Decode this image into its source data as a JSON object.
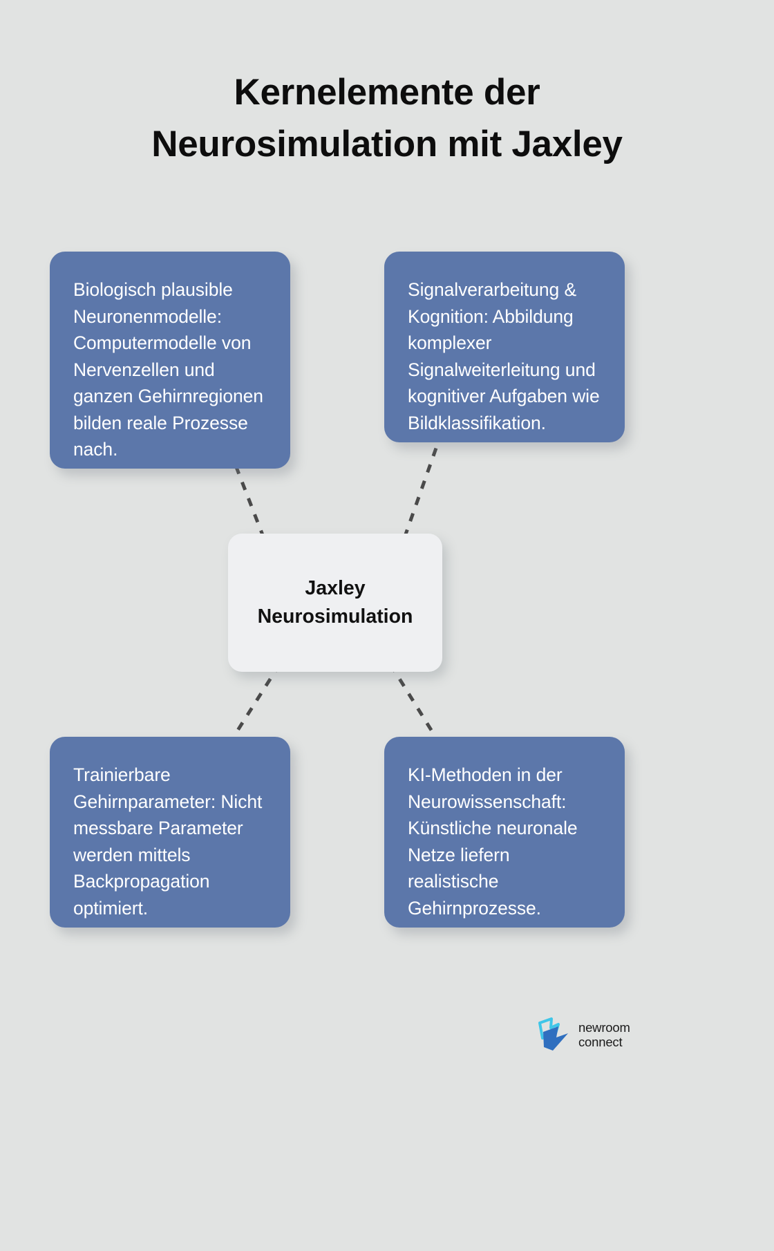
{
  "page": {
    "background_color": "#e1e3e2",
    "title": "Kernelemente der Neurosimulation mit Jaxley",
    "title_line1": "Kernelemente der",
    "title_line2": "Neurosimulation mit Jaxley"
  },
  "colors": {
    "card_blue": "#5c77aa",
    "card_text": "#ffffff",
    "center_card": "#eff0f2",
    "center_text": "#111111",
    "connector": "#4a4a4a",
    "logo_cyan": "#3fc6e8",
    "logo_blue": "#2f6fbf"
  },
  "center_node": {
    "line1": "Jaxley",
    "line2": "Neurosimulation",
    "text": "Jaxley Neurosimulation"
  },
  "cards": [
    {
      "id": "top-left",
      "position": "top-left",
      "text": "Biologisch plausible Neuronenmodelle: Computermodelle von Nervenzellen und ganzen Gehirnregionen bilden reale Prozesse nach."
    },
    {
      "id": "top-right",
      "position": "top-right",
      "text": "Signalverarbeitung & Kognition: Abbildung komplexer Signalweiterleitung und kognitiver Aufgaben wie Bildklassifikation."
    },
    {
      "id": "bottom-left",
      "position": "bottom-left",
      "text": "Trainierbare Gehirnparameter: Nicht messbare Parameter werden mittels Backpropagation optimiert."
    },
    {
      "id": "bottom-right",
      "position": "bottom-right",
      "text": "KI-Methoden in der Neurowissenschaft: Künstliche neuronale Netze liefern realistische Gehirnprozesse."
    }
  ],
  "connectors": [
    {
      "name": "center-to-top-left",
      "style": "dashed"
    },
    {
      "name": "center-to-top-right",
      "style": "dashed"
    },
    {
      "name": "center-to-bottom-left",
      "style": "dashed"
    },
    {
      "name": "center-to-bottom-right",
      "style": "dashed"
    }
  ],
  "logo": {
    "line1": "newroom",
    "line2": "connect",
    "mark": "arrow-mark"
  }
}
